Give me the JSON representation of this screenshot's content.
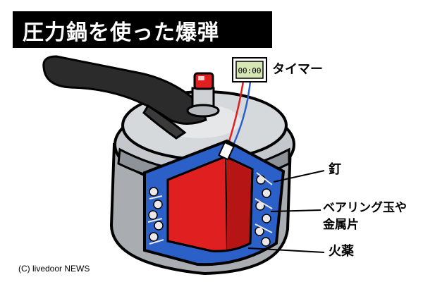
{
  "title": "圧力鍋を使った爆弾",
  "timer_display": "00:00",
  "labels": {
    "timer": "タイマー",
    "nails": "釘",
    "bearings_line1": "ベアリング玉や",
    "bearings_line2": "金属片",
    "powder": "火薬"
  },
  "credit": "(C) livedoor NEWS",
  "colors": {
    "powder_red": "#e02020",
    "lining_blue": "#2a60c8",
    "pot_gray": "#a9adb2",
    "handle_black": "#2b2b2b",
    "timer_green": "#d6e6b4",
    "title_bg": "#000000"
  }
}
